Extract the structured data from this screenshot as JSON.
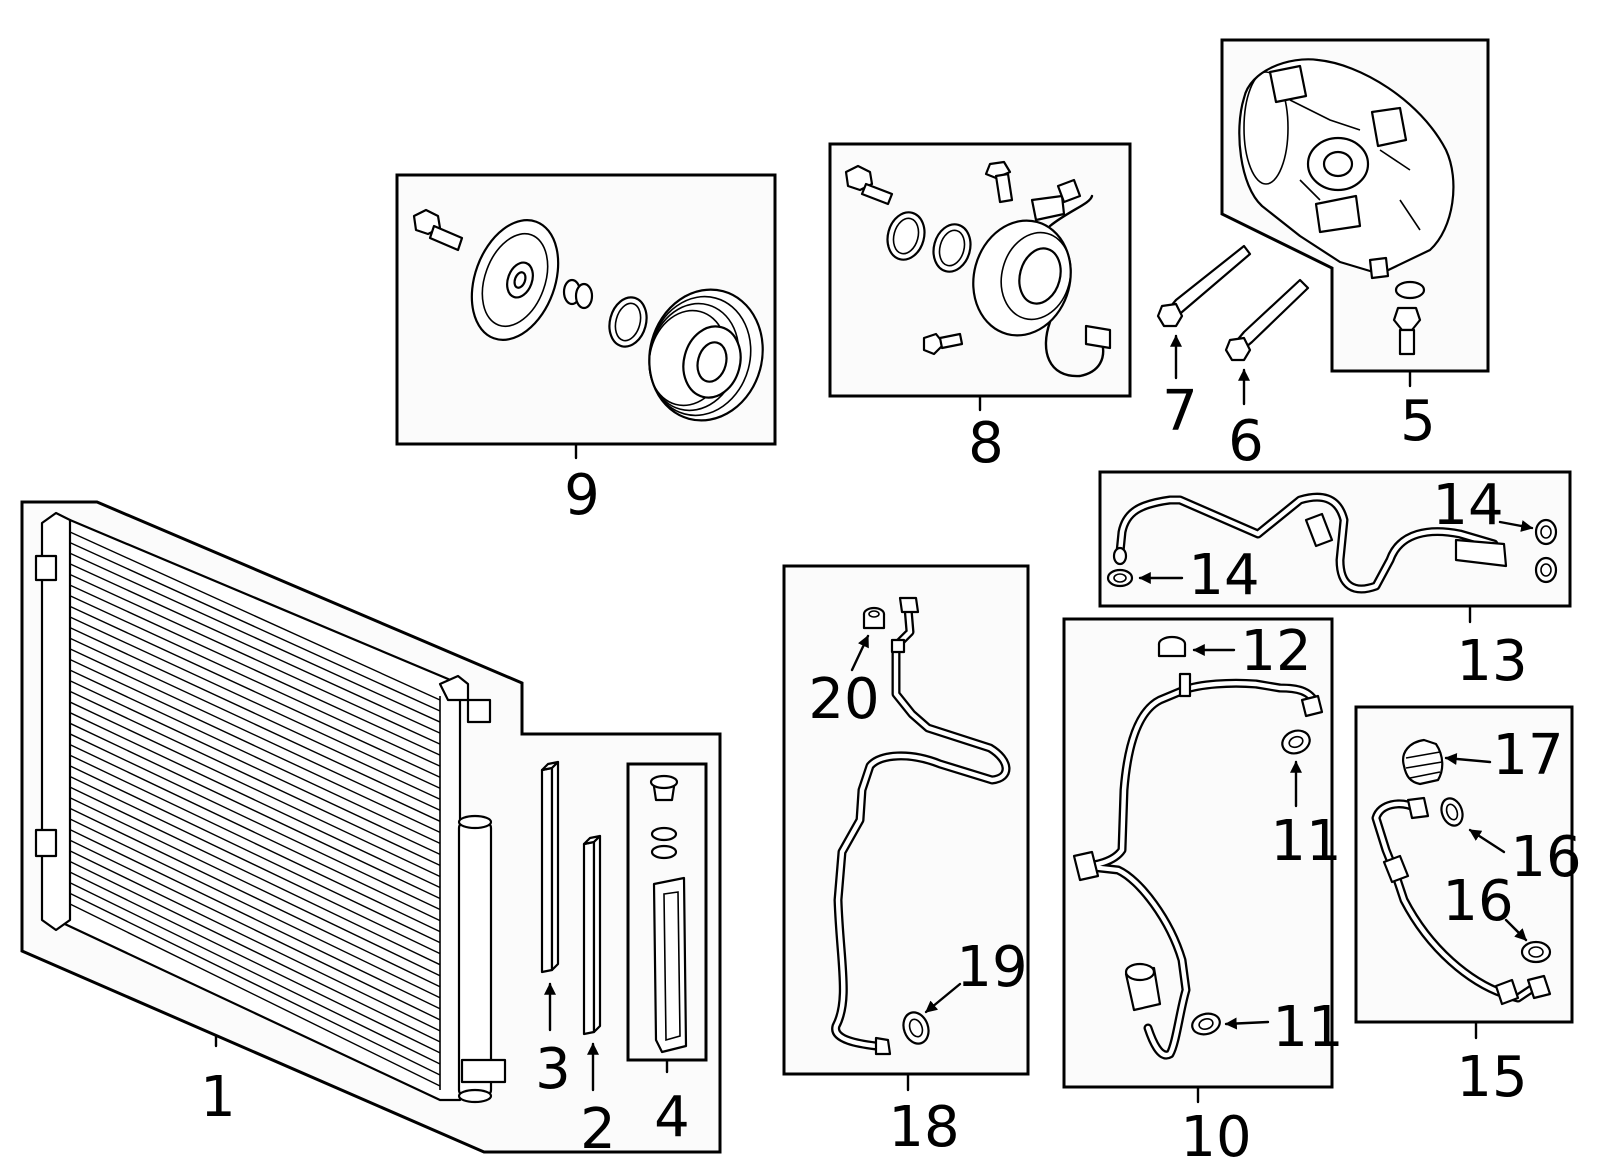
{
  "callouts": {
    "c1": "1",
    "c2": "2",
    "c3": "3",
    "c4": "4",
    "c5": "5",
    "c6": "6",
    "c7": "7",
    "c8": "8",
    "c9": "9",
    "c10": "10",
    "c11a": "11",
    "c11b": "11",
    "c12": "12",
    "c13": "13",
    "c14a": "14",
    "c14b": "14",
    "c15": "15",
    "c16a": "16",
    "c16b": "16",
    "c17": "17",
    "c18": "18",
    "c19": "19",
    "c20": "20"
  },
  "icons": [
    "condenser",
    "desiccant-bag",
    "filter-strip",
    "receiver-drier-kit",
    "compressor",
    "bolt",
    "clutch-coil",
    "clutch-pulley",
    "discharge-hose",
    "o-ring",
    "cap",
    "suction-line",
    "liquid-line",
    "service-valve",
    "pressure-sensor"
  ],
  "colors": {
    "line": "#000000",
    "background": "#ffffff"
  }
}
